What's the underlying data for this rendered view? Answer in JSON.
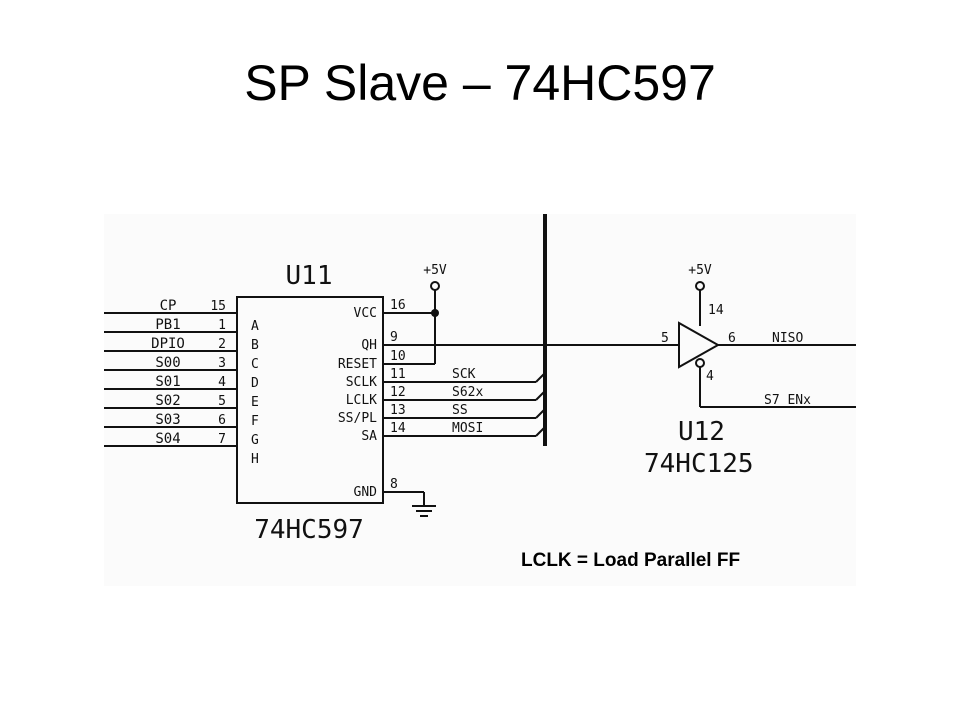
{
  "slide": {
    "title": "SP Slave – 74HC597",
    "note": "LCLK = Load Parallel FF"
  },
  "u11": {
    "ref": "U11",
    "part": "74HC597",
    "power_label": "+5V",
    "left_pins": [
      {
        "net": "CP",
        "num": "15",
        "name": "A"
      },
      {
        "net": "PB1",
        "num": "1",
        "name": "B"
      },
      {
        "net": "DPIO",
        "num": "2",
        "name": "C"
      },
      {
        "net": "S00",
        "num": "3",
        "name": "D"
      },
      {
        "net": "S01",
        "num": "4",
        "name": "E"
      },
      {
        "net": "S02",
        "num": "5",
        "name": "F"
      },
      {
        "net": "S03",
        "num": "6",
        "name": "G"
      },
      {
        "net": "S04",
        "num": "7",
        "name": "H"
      }
    ],
    "right_pins": [
      {
        "name": "VCC",
        "num": "16",
        "net": ""
      },
      {
        "name": "QH",
        "num": "9",
        "net": ""
      },
      {
        "name": "RESET",
        "num": "10",
        "net": ""
      },
      {
        "name": "SCLK",
        "num": "11",
        "net": "SCK"
      },
      {
        "name": "LCLK",
        "num": "12",
        "net": "S62x"
      },
      {
        "name": "SS/PL",
        "num": "13",
        "net": "SS"
      },
      {
        "name": "SA",
        "num": "14",
        "net": "MOSI"
      },
      {
        "name": "GND",
        "num": "8",
        "net": ""
      }
    ]
  },
  "u12": {
    "ref": "U12",
    "part": "74HC125",
    "power_label": "+5V",
    "pin_vcc": "14",
    "pin_in": "5",
    "pin_out": "6",
    "pin_oe": "4",
    "out_net": "NISO",
    "oe_net": "S7_ENx"
  }
}
